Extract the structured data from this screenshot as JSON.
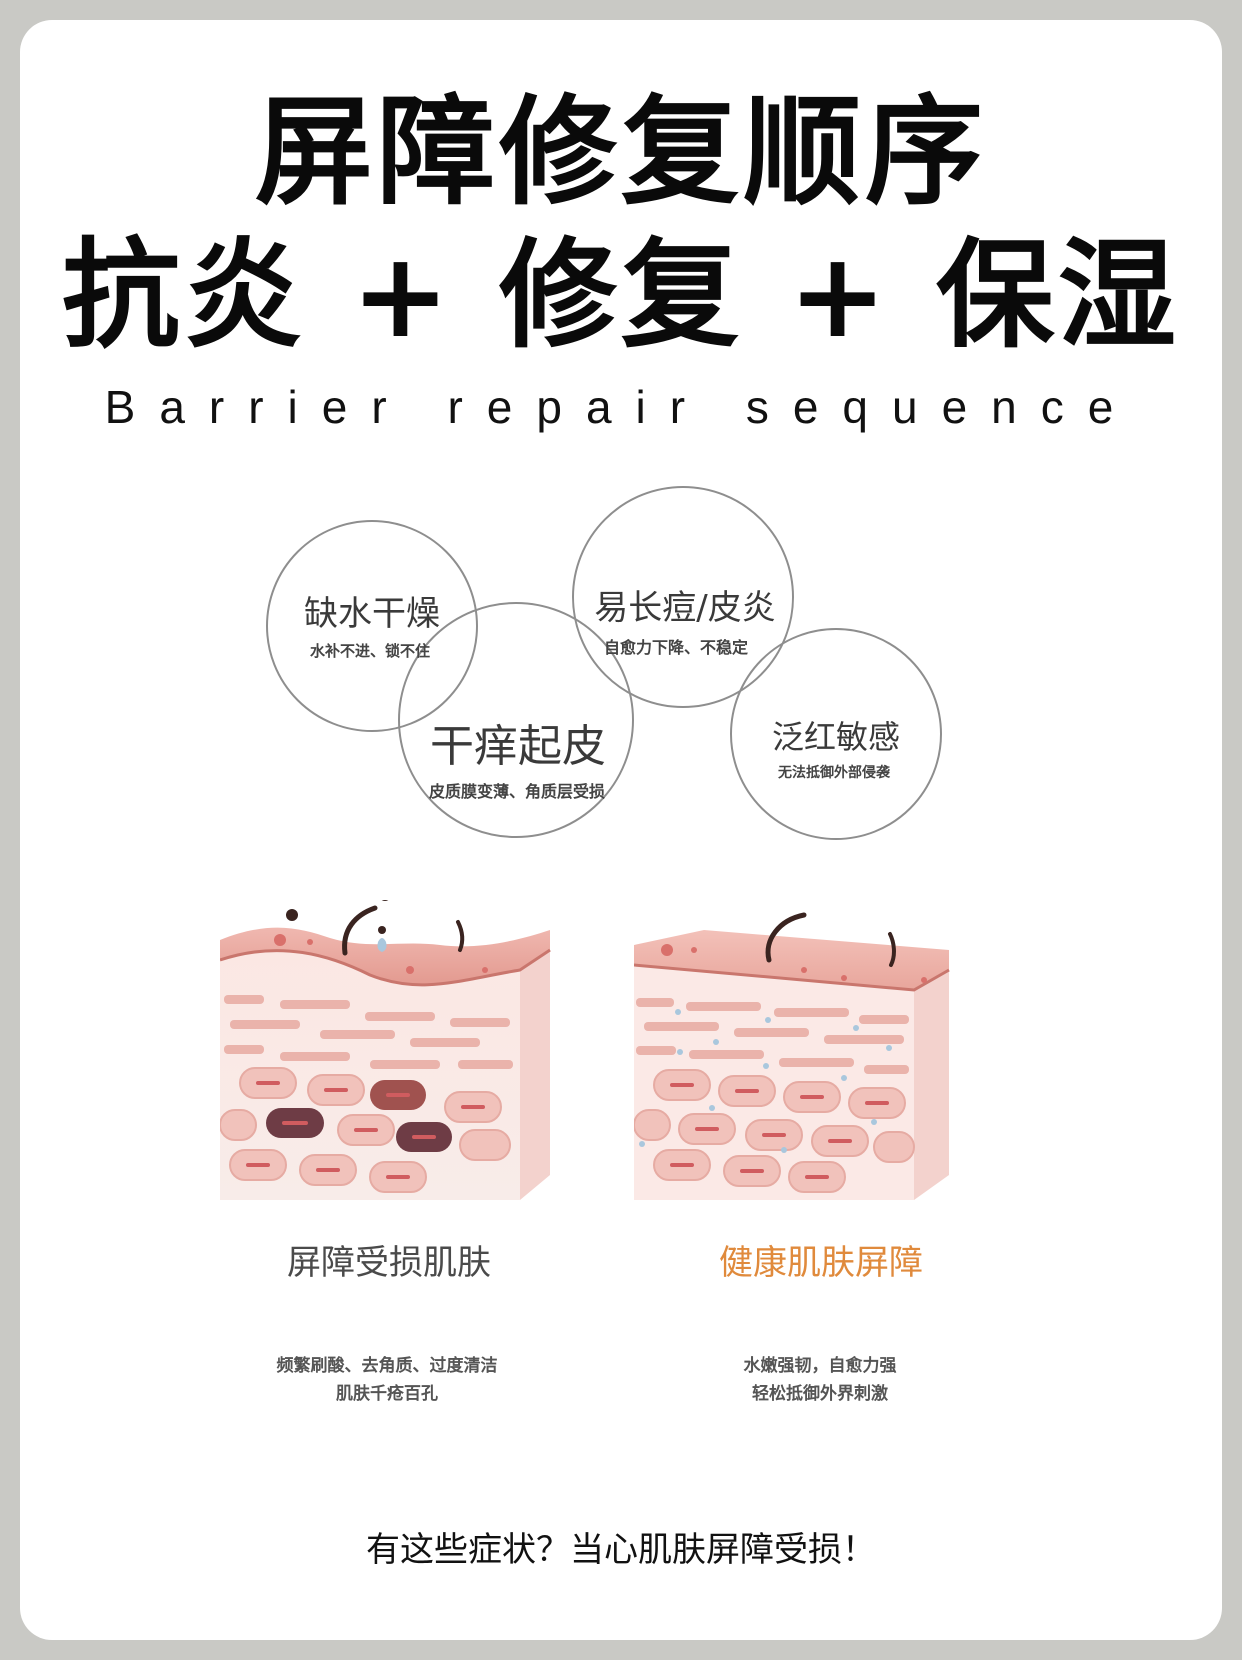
{
  "header": {
    "title_line1": "屏障修复顺序",
    "title_line2": "抗炎 + 修复 + 保湿",
    "subtitle": "Barrier repair sequence"
  },
  "symptoms": [
    {
      "title": "缺水干燥",
      "subtitle": "水补不进、锁不住"
    },
    {
      "title": "易长痘/皮炎",
      "subtitle": "自愈力下降、不稳定"
    },
    {
      "title": "干痒起皮",
      "subtitle": "皮质膜变薄、角质层受损"
    },
    {
      "title": "泛红敏感",
      "subtitle": "无法抵御外部侵袭"
    }
  ],
  "comparison": {
    "damaged": {
      "title": "屏障受损肌肤",
      "line1": "频繁刷酸、去角质、过度清洁",
      "line2": "肌肤千疮百孔",
      "title_color": "#4a4a4a"
    },
    "healthy": {
      "title": "健康肌肤屏障",
      "line1": "水嫩强韧，自愈力强",
      "line2": "轻松抵御外界刺激",
      "title_color": "#e08a3c"
    }
  },
  "footer": {
    "text": "有这些症状？当心肌肤屏障受损！"
  },
  "colors": {
    "frame": "#c9c9c5",
    "card": "#ffffff",
    "bubble_border": "#8e8e8e",
    "accent_orange": "#e08a3c",
    "skin_top": "#e9a79f",
    "skin_body": "#f6dcd7"
  }
}
